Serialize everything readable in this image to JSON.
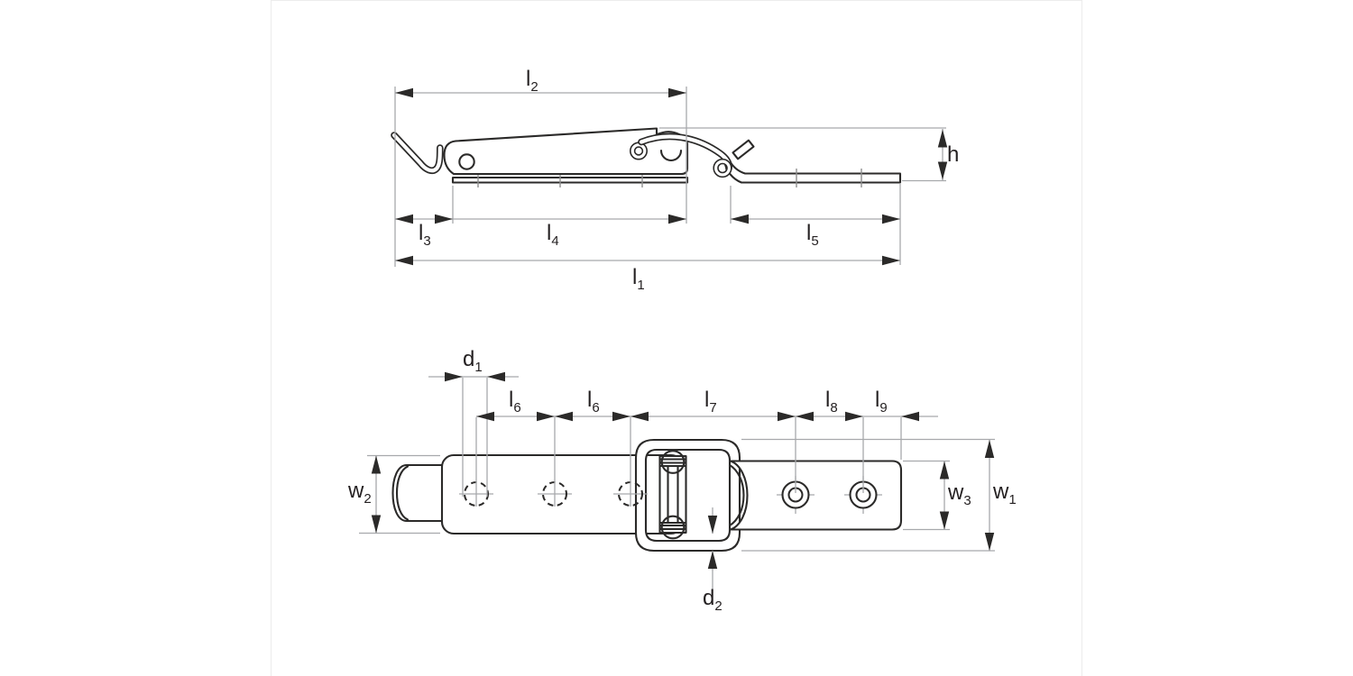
{
  "drawing": {
    "kind": "technical-dimension-drawing",
    "subject": "toggle latch with catch plate, two orthographic views",
    "views": [
      {
        "name": "side-view",
        "dimension_labels": [
          "l2",
          "h",
          "l3",
          "l4",
          "l5",
          "l1"
        ]
      },
      {
        "name": "top-view",
        "dimension_labels": [
          "d1",
          "l6",
          "l6",
          "l7",
          "l8",
          "l9",
          "w2",
          "w3",
          "w1",
          "d2"
        ]
      }
    ]
  },
  "labels": {
    "l1": {
      "m": "l",
      "s": "1"
    },
    "l2": {
      "m": "l",
      "s": "2"
    },
    "l3": {
      "m": "l",
      "s": "3"
    },
    "l4": {
      "m": "l",
      "s": "4"
    },
    "l5": {
      "m": "l",
      "s": "5"
    },
    "l6": {
      "m": "l",
      "s": "6"
    },
    "l7": {
      "m": "l",
      "s": "7"
    },
    "l8": {
      "m": "l",
      "s": "8"
    },
    "l9": {
      "m": "l",
      "s": "9"
    },
    "h": {
      "m": "h",
      "s": ""
    },
    "d1": {
      "m": "d",
      "s": "1"
    },
    "d2": {
      "m": "d",
      "s": "2"
    },
    "w1": {
      "m": "w",
      "s": "1"
    },
    "w2": {
      "m": "w",
      "s": "2"
    },
    "w3": {
      "m": "w",
      "s": "3"
    }
  },
  "colors": {
    "ink": "#2b2a29",
    "text": "#231f20",
    "dim": "#a7a9ac",
    "tick": "#8f8f8f",
    "bg": "#ffffff",
    "border": "#ececec"
  }
}
